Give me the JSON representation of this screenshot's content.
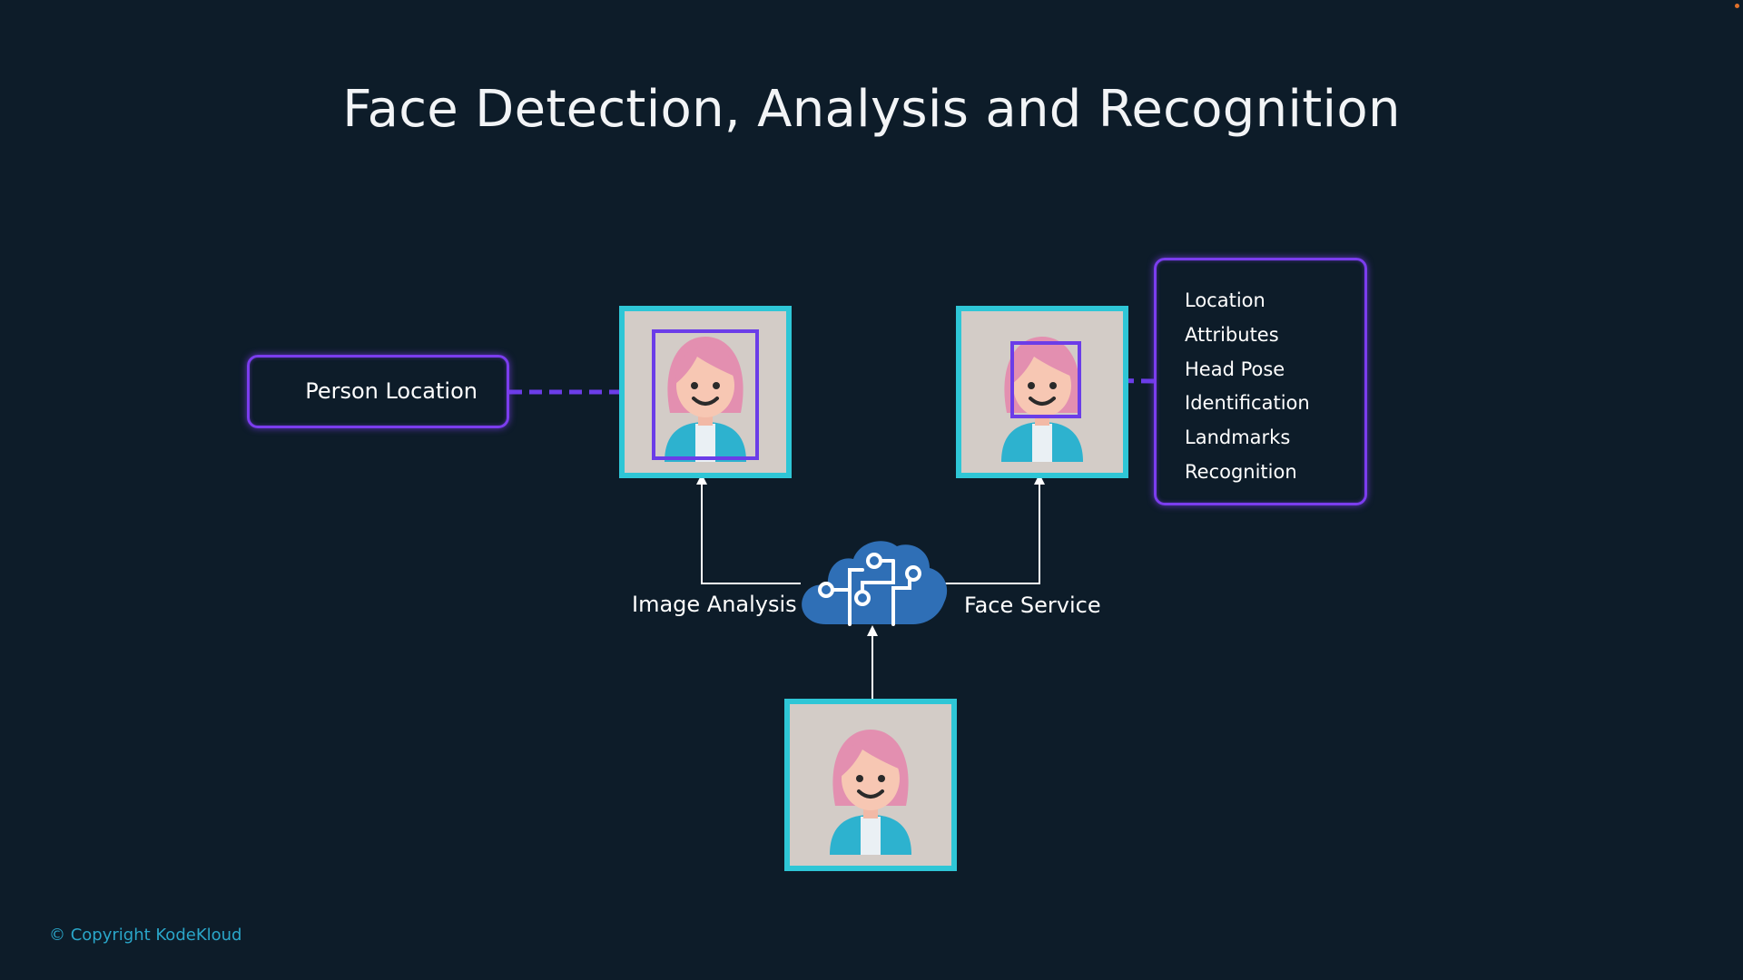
{
  "title": "Face Detection, Analysis and Recognition",
  "left_output": {
    "label": "Person Location"
  },
  "right_output": {
    "items": [
      "Location",
      "Attributes",
      "Head Pose",
      "Identification",
      "Landmarks",
      "Recognition"
    ]
  },
  "services": {
    "image_analysis": "Image Analysis",
    "face_service": "Face Service"
  },
  "footer": {
    "copyright": "© Copyright KodeKloud"
  },
  "colors": {
    "background": "#0d1c29",
    "frame": "#2ec6d6",
    "accent": "#7b3dee",
    "cloud": "#2f6fb6",
    "copyright": "#2aa6c9"
  },
  "icons": {
    "person": "person-avatar-icon",
    "cloud": "ai-cloud-circuit-icon"
  }
}
